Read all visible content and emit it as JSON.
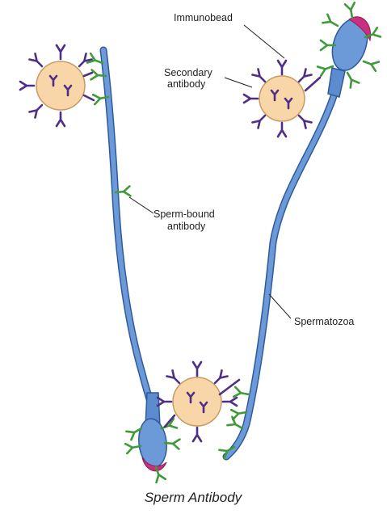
{
  "labels": {
    "immunobead": "Immunobead",
    "secondary_antibody_line1": "Secondary",
    "secondary_antibody_line2": "antibody",
    "sperm_bound_antibody_line1": "Sperm-bound",
    "sperm_bound_antibody_line2": "antibody",
    "spermatozoa": "Spermatozoa"
  },
  "caption": "Sperm Antibody",
  "colors": {
    "sperm_body": "#6c9ad8",
    "sperm_outline": "#2d5b9a",
    "acrosome": "#c8307e",
    "bead_fill": "#f9d6a8",
    "secondary_antibody": "#4f2f86",
    "sperm_bound_antibody": "#3f9a3a"
  }
}
